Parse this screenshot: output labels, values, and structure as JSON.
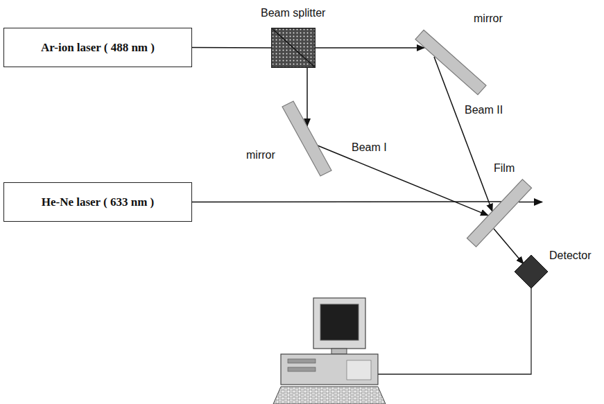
{
  "diagram": {
    "nodes": [
      {
        "text": [
          "Ar-ion laser ( 488 nm )"
        ]
      },
      {
        "text": [
          "Beam splitter"
        ]
      },
      {
        "text": [
          "mirror"
        ]
      },
      {
        "text": [
          "mirror"
        ]
      },
      {
        "text": [
          "He-Ne laser ( 633 nm )"
        ]
      },
      {
        "text": [
          "Film"
        ]
      },
      {
        "text": [
          "Detector"
        ]
      }
    ],
    "edges": [
      {
        "from": 0,
        "to": 1,
        "arrow": "none"
      },
      {
        "from": 1,
        "to": 2,
        "arrow": "to"
      },
      {
        "from": 1,
        "to": 3,
        "arrow": "to"
      },
      {
        "from": 3,
        "to": 5,
        "label": "Beam I",
        "arrow": "to"
      },
      {
        "from": 2,
        "to": 5,
        "label": "Beam II",
        "arrow": "to"
      },
      {
        "from": 4,
        "to": 5,
        "arrow": "none"
      },
      {
        "from": 5,
        "to": 6,
        "arrow": "to"
      }
    ]
  }
}
